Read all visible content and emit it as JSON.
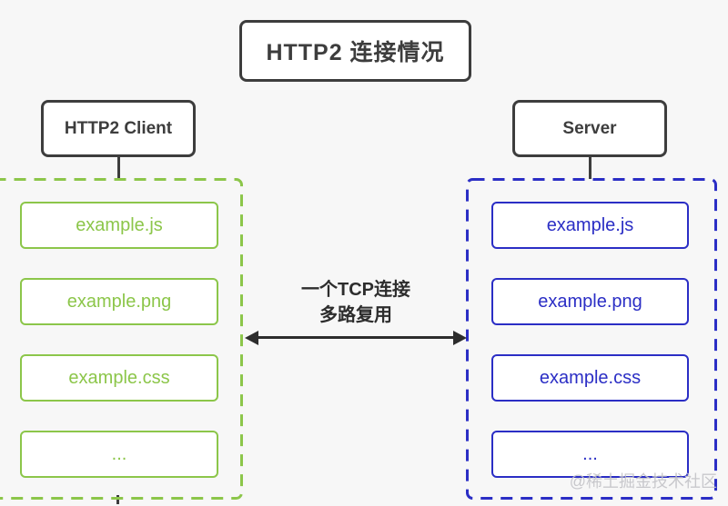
{
  "title": "HTTP2 连接情况",
  "client": {
    "label": "HTTP2 Client"
  },
  "server": {
    "label": "Server"
  },
  "left_panel": {
    "items": [
      "example.js",
      "example.png",
      "example.css",
      "..."
    ]
  },
  "right_panel": {
    "items": [
      "example.js",
      "example.png",
      "example.css",
      "..."
    ]
  },
  "connection": {
    "line1": "一个TCP连接",
    "line2": "多路复用"
  },
  "watermark": "@稀土掘金技术社区",
  "colors": {
    "green": "#8cc64a",
    "blue": "#2b2ec5",
    "dark": "#3d3d3d",
    "background": "#f7f7f7",
    "box_bg": "#ffffff",
    "watermark_gray": "#c4c4c8"
  }
}
